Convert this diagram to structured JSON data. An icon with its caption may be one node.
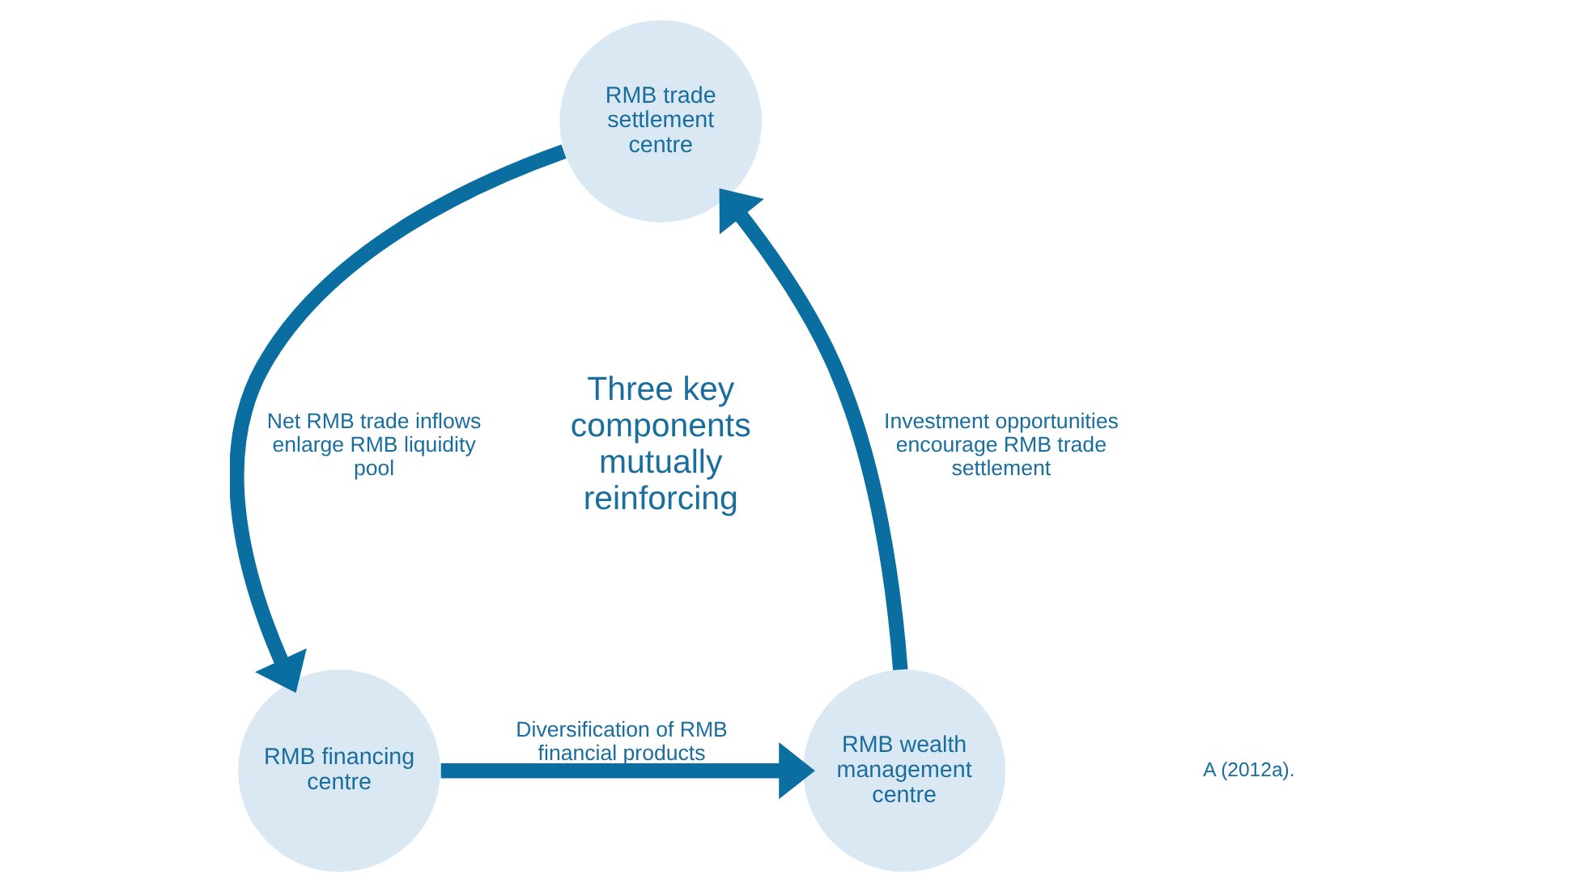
{
  "diagram": {
    "nodes": [
      {
        "text": [
          "RMB trade settlement centre"
        ]
      },
      {
        "text": [
          "RMB financing centre"
        ]
      },
      {
        "text": [
          "RMB wealth management centre"
        ]
      }
    ],
    "edges": [
      {
        "from": 0,
        "to": 1,
        "arrow": "to",
        "label": "Net RMB trade inflows enlarge RMB liquidity pool"
      },
      {
        "from": 1,
        "to": 2,
        "arrow": "to",
        "label": "Diversification of RMB financial products"
      },
      {
        "from": 2,
        "to": 0,
        "arrow": "to",
        "label": "Investment opportunities encourage RMB trade settlement"
      }
    ],
    "labels": [
      "Three key components mutually reinforcing",
      "A (2012a)."
    ]
  }
}
